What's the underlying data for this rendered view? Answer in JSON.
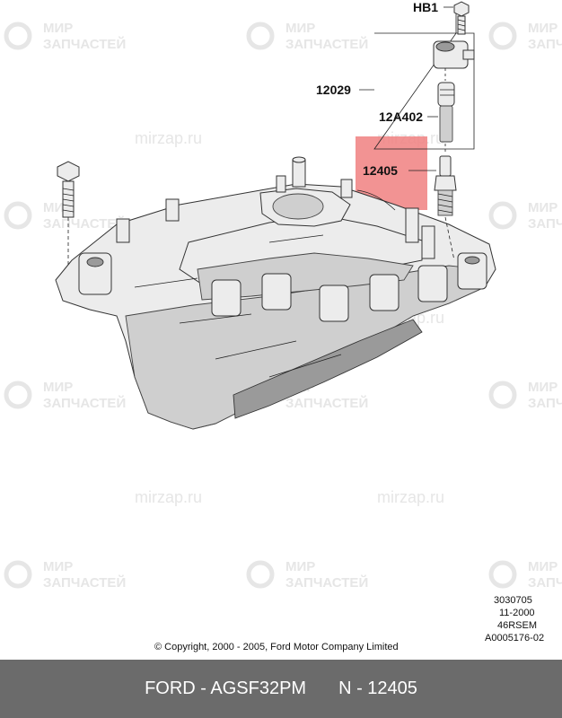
{
  "callouts": {
    "hb1": "HB1",
    "coil_assembly": "12029",
    "coil_boot": "12A402",
    "spark_plug": "12405"
  },
  "highlight_color": "#f08080",
  "side_codes": [
    "3030705",
    "11-2000",
    "46RSEM",
    "A0005176-02"
  ],
  "copyright": "© Copyright, 2000 - 2005, Ford Motor Company Limited",
  "watermark": {
    "latin": "mirzap.ru",
    "cyrillic_line1": "МИР",
    "cyrillic_line2": "ЗАПЧАСТЕЙ"
  },
  "footer": {
    "part": "FORD - AGSF32PM",
    "number": "N - 12405",
    "background": "#6b6b6b"
  }
}
